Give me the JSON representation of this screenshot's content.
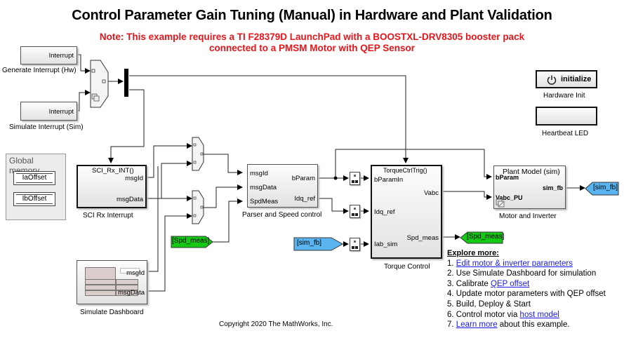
{
  "header": {
    "title": "Control Parameter Gain Tuning (Manual) in Hardware and Plant Validation",
    "note_line1": "Note: This example requires a TI F28379D LaunchPad with a BOOSTXL-DRV8305 booster pack",
    "note_line2": "connected to a PMSM Motor with QEP Sensor"
  },
  "blocks": {
    "gen_interrupt": {
      "port": "Interrupt",
      "caption": "Generate Interrupt (Hw)"
    },
    "sim_interrupt": {
      "port": "Interrupt",
      "caption": "Simulate Interrupt (Sim)"
    },
    "global_memory": {
      "title": "Global memory",
      "items": [
        "IaOffset",
        "IbOffset"
      ]
    },
    "sci_rx": {
      "trigger": "SCI_Rx_INT()",
      "ports_out": [
        "msgId",
        "msgData"
      ],
      "caption": "SCI Rx Interrupt"
    },
    "parser": {
      "ports_in": [
        "msgId",
        "msgData",
        "SpdMeas"
      ],
      "ports_out": [
        "bParam",
        "Idq_ref"
      ],
      "caption": "Parser and Speed control"
    },
    "torque": {
      "trigger": "TorqueCtrlTrig()",
      "ports_in": [
        "bParamIn",
        "Idq_ref",
        "Iab_sim"
      ],
      "ports_out": [
        "Vabc",
        "Spd_meas"
      ],
      "caption": "Torque Control"
    },
    "plant": {
      "title": "Plant Model (sim)",
      "ports_in": [
        "bParam",
        "Vabc_PU"
      ],
      "ports_out": [
        "sim_fb"
      ],
      "caption": "Motor and Inverter"
    },
    "dashboard": {
      "ports_out": [
        "msgId",
        "msgData"
      ],
      "caption": "Simulate Dashboard"
    },
    "hw_init": {
      "button": "initialize",
      "caption": "Hardware Init"
    },
    "heartbeat": {
      "caption": "Heartbeat LED"
    },
    "goto_sim_fb": "[sim_fb]",
    "from_sim_fb": "[sim_fb]",
    "from_spd_meas": "[Spd_meas]",
    "goto_spd_meas": "[Spd_meas]"
  },
  "colors": {
    "note": "#e8141a",
    "goto_blue": "#5ab4f0",
    "goto_green": "#14c814",
    "link": "#1a1aee"
  },
  "explore": {
    "heading": "Explore more:",
    "items": [
      {
        "prefix": "1. ",
        "link": "Edit motor & inverter parameters",
        "suffix": ""
      },
      {
        "prefix": "2. Use Simulate Dashboard for simulation",
        "link": "",
        "suffix": ""
      },
      {
        "prefix": "3. Calibrate ",
        "link": "QEP offset",
        "suffix": ""
      },
      {
        "prefix": "4. Update motor parameters with QEP offset",
        "link": "",
        "suffix": ""
      },
      {
        "prefix": "5. Build, Deploy & Start",
        "link": "",
        "suffix": ""
      },
      {
        "prefix": "6. Control motor via ",
        "link": "host model",
        "suffix": ""
      },
      {
        "prefix": "7. ",
        "link": "Learn more",
        "suffix": " about this example."
      }
    ]
  },
  "footer": {
    "copyright": "Copyright 2020 The MathWorks, Inc."
  }
}
